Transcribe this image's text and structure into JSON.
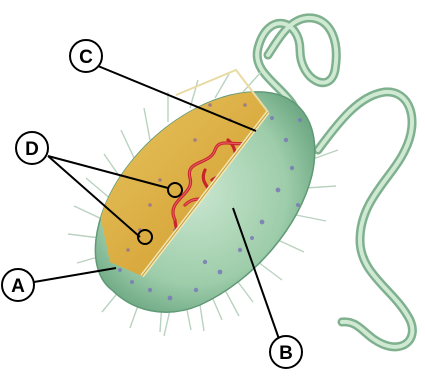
{
  "labels": [
    {
      "id": "A",
      "text": "A"
    },
    {
      "id": "B",
      "text": "B"
    },
    {
      "id": "C",
      "text": "C"
    },
    {
      "id": "D",
      "text": "D"
    }
  ],
  "parts": {
    "flagellum": "flagellum-icon",
    "pili": "pili-icon",
    "cell_wall": "cell-wall-icon",
    "cytoplasm": "cytoplasm-icon",
    "nucleoid": "nucleoid-dna-icon",
    "ribosomes": "ribosome-icon"
  },
  "colors": {
    "cell_wall": "#a9d3b3",
    "cytoplasm": "#d9a93a",
    "membrane": "#efe2a8",
    "dna": "#c8252a",
    "ribosome": "#6b6bb0",
    "leader": "#000000"
  }
}
